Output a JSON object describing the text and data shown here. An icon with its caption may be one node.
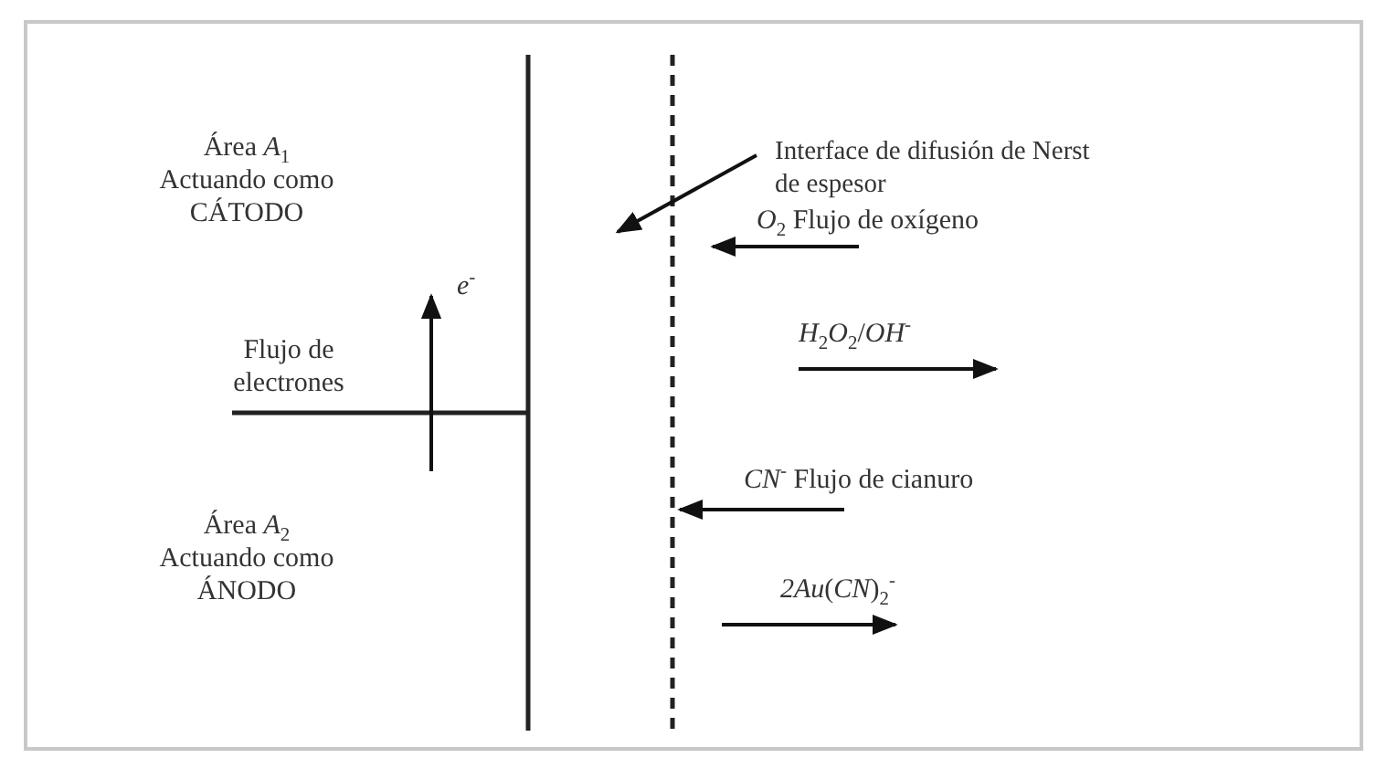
{
  "diagram": {
    "nodes": [
      {
        "text": [
          "Interface de difusión de Nerst de espesor"
        ]
      },
      {
        "text": [],
        "shape": "line"
      }
    ],
    "edges": [
      {
        "from": 0,
        "to": 1,
        "arrow": "to"
      }
    ],
    "labels": [
      "Área *A*$_{1}$",
      "Actuando como",
      "CÁTODO",
      "*O*$_{2}$ Flujo de oxígeno",
      "*e*$^{-}$",
      "Flujo de electrones",
      "*H*$_{2}$*O*$_{2}$/*OH*$^{-}$",
      "*CN*$^{-}$ Flujo de cianuro",
      "Área *A*$_{2}$",
      "Actuando como",
      "ÁNODO",
      "*2Au*(*CN*)$_{2}$$^{-}$"
    ]
  }
}
